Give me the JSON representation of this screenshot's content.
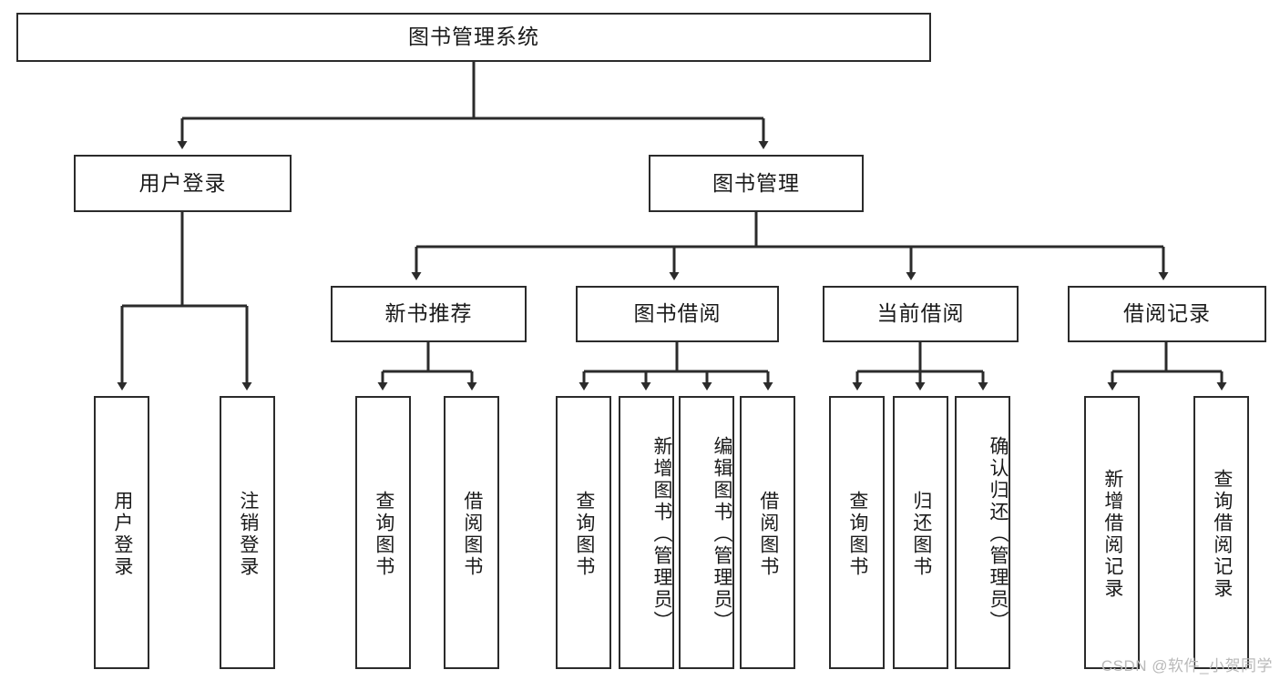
{
  "diagram": {
    "title": "图书管理系统",
    "root": {
      "label": "图书管理系统"
    },
    "level2": [
      {
        "label": "用户登录"
      },
      {
        "label": "图书管理"
      }
    ],
    "level3": [
      {
        "label": "新书推荐"
      },
      {
        "label": "图书借阅"
      },
      {
        "label": "当前借阅"
      },
      {
        "label": "借阅记录"
      }
    ],
    "leaves": [
      {
        "label": "用户登录"
      },
      {
        "label": "注销登录"
      },
      {
        "label": "查询图书"
      },
      {
        "label": "借阅图书"
      },
      {
        "label": "查询图书"
      },
      {
        "label": "新增图书（管理员）"
      },
      {
        "label": "编辑图书（管理员）"
      },
      {
        "label": "借阅图书"
      },
      {
        "label": "查询图书"
      },
      {
        "label": "归还图书"
      },
      {
        "label": "确认归还（管理员）"
      },
      {
        "label": "新增借阅记录"
      },
      {
        "label": "查询借阅记录"
      }
    ],
    "watermark": "CSDN @软件_小贺同学",
    "colors": {
      "stroke": "#2b2b2b",
      "text": "#1a1a1a",
      "background": "#ffffff",
      "watermark": "#b9b9b9"
    }
  }
}
